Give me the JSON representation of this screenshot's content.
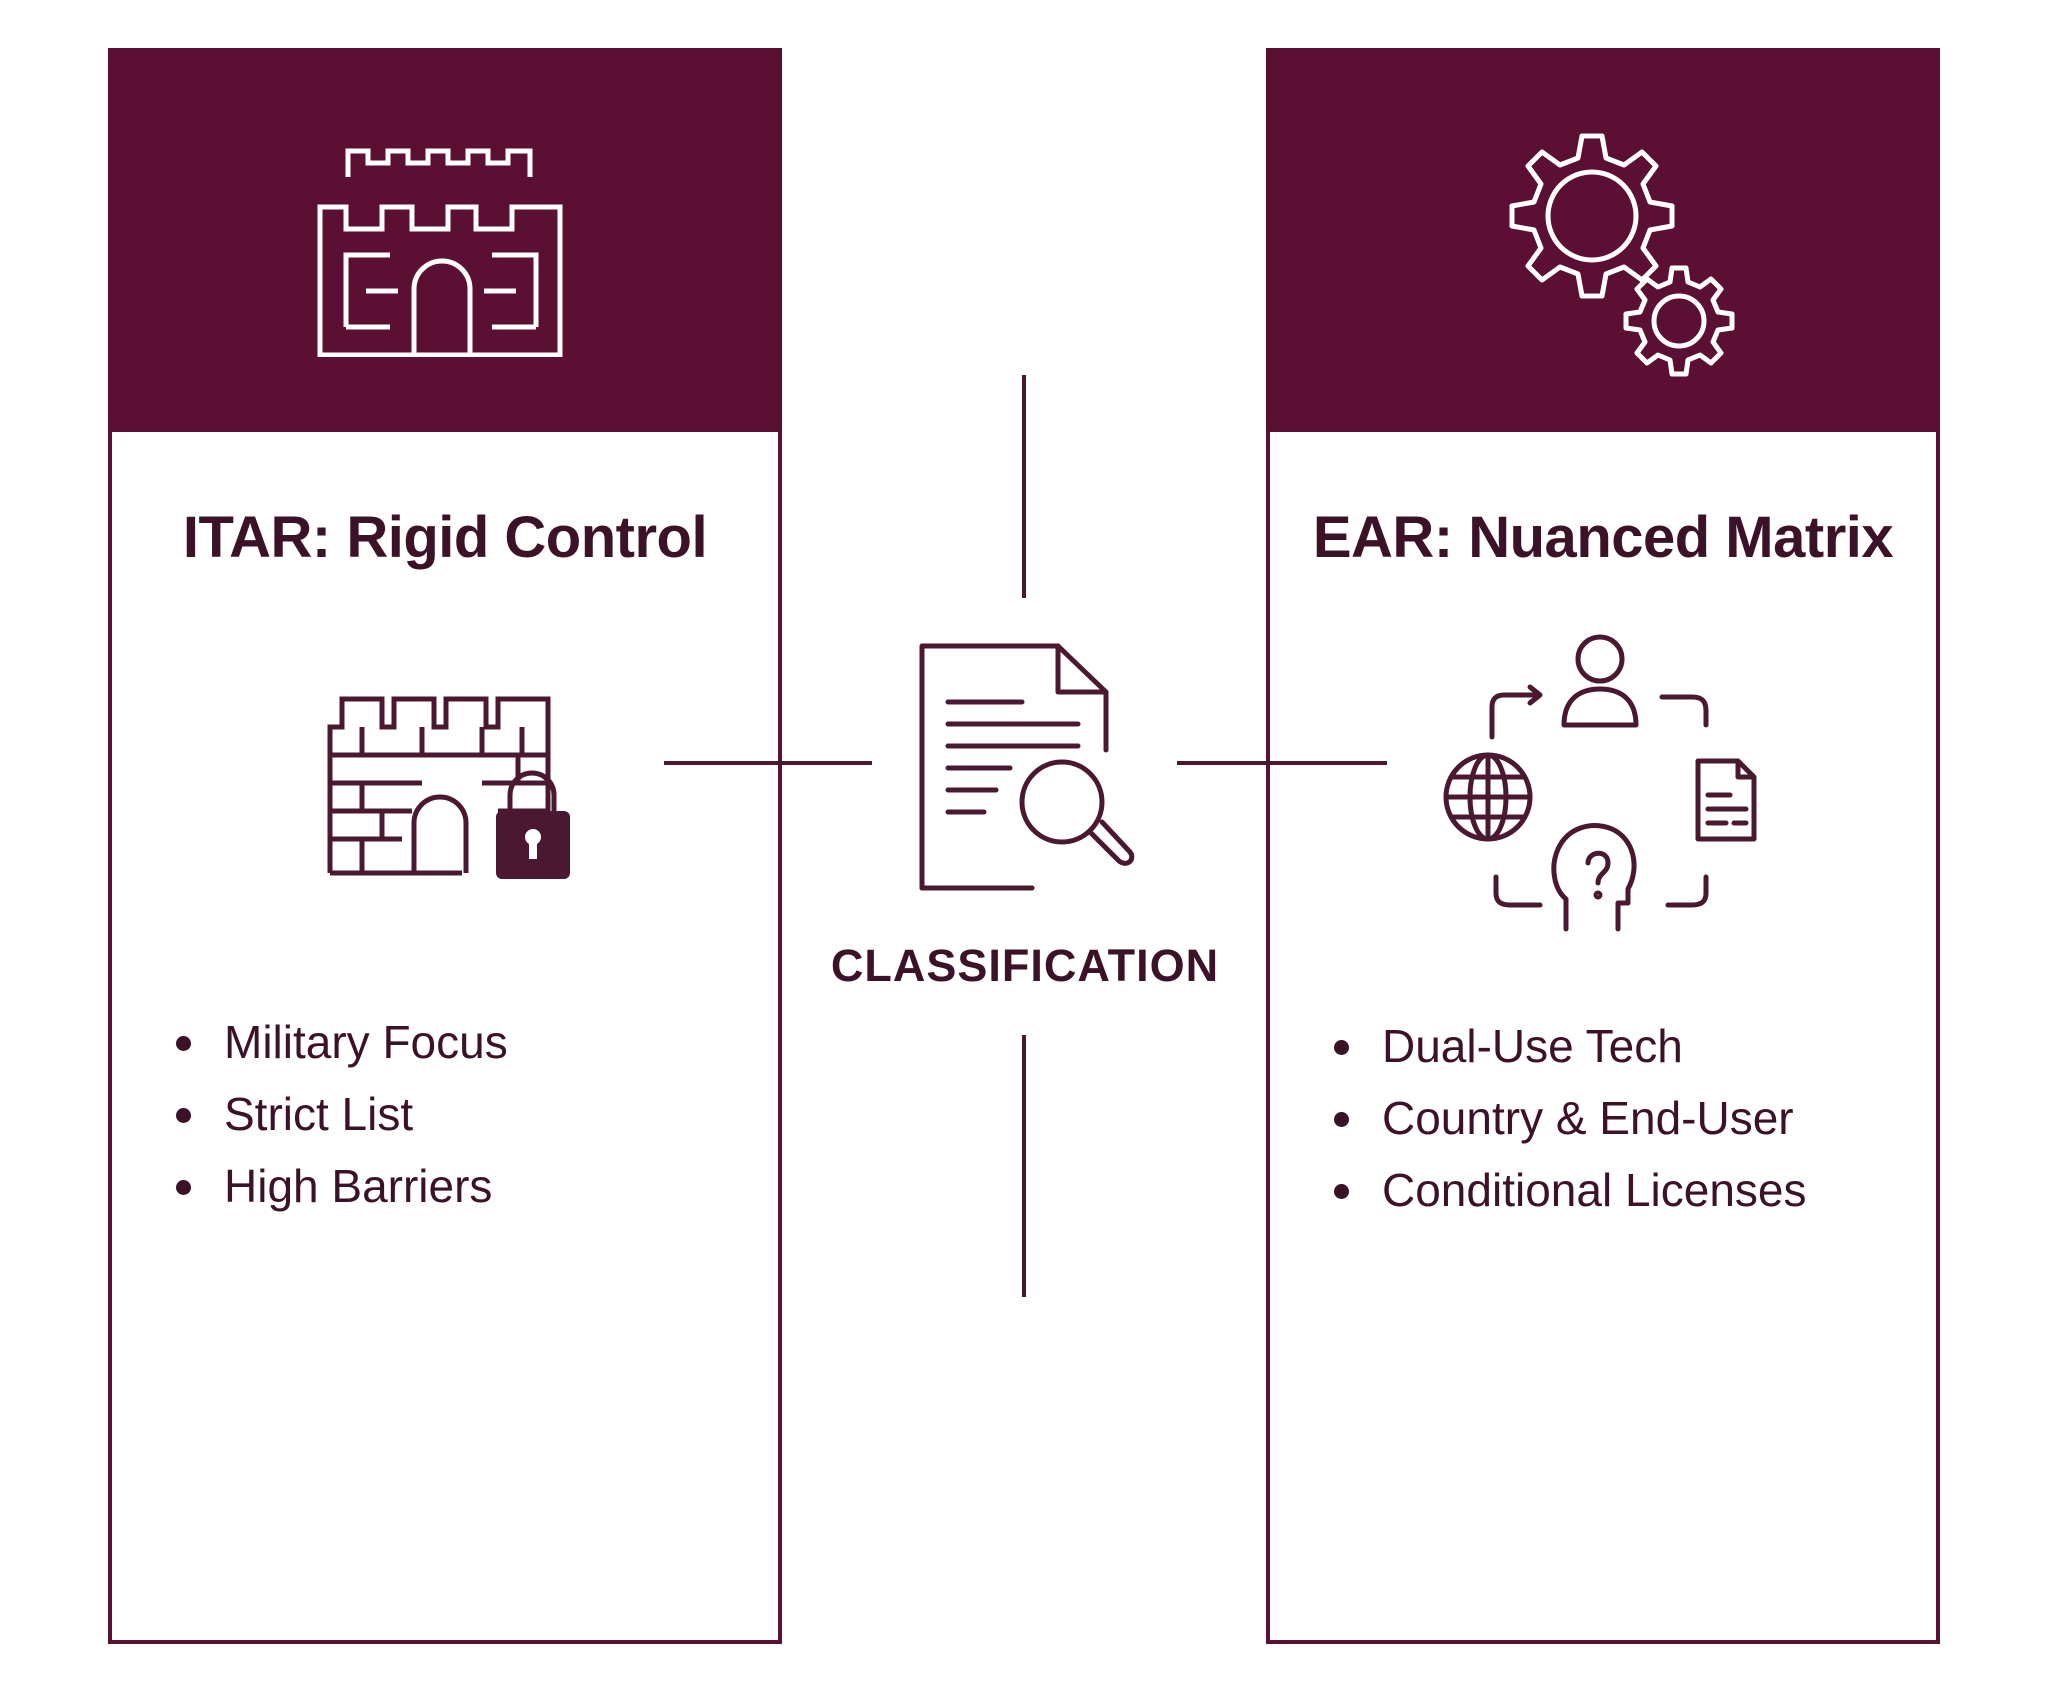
{
  "left_panel": {
    "title": "ITAR: Rigid Control",
    "bullets": [
      "Military Focus",
      "Strict List",
      "High Barriers"
    ],
    "header_icon": "castle-icon",
    "body_icon": "fortress-lock-icon"
  },
  "right_panel": {
    "title": "EAR: Nuanced Matrix",
    "bullets": [
      "Dual-Use Tech",
      "Country & End-User",
      "Conditional Licenses"
    ],
    "header_icon": "gears-icon",
    "body_icon": "matrix-cycle-icon"
  },
  "center": {
    "label": "CLASSIFICATION",
    "icon": "document-search-icon"
  },
  "colors": {
    "header_fill": "#5b0f32",
    "text": "#3c1228",
    "line": "#4a1830",
    "background": "#ffffff"
  }
}
